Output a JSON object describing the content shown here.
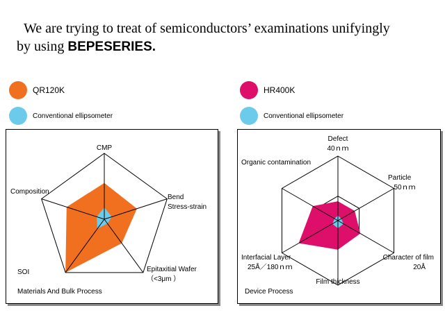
{
  "headline": {
    "line1": "We are trying to treat of semiconductors’ examinations unifyingly",
    "line2_prefix": "by using ",
    "line2_bold": "BEPESERIES."
  },
  "legend_left": {
    "primary": {
      "label": "QR120K",
      "color": "#f07020"
    },
    "secondary": {
      "label": "Conventional ellipsometer",
      "color": "#6ccbea"
    }
  },
  "legend_right": {
    "primary": {
      "label": "HR400K",
      "color": "#dd0f6a"
    },
    "secondary": {
      "label": "Conventional ellipsometer",
      "color": "#6ccbea"
    }
  },
  "left_chart": {
    "title": "Materials And Bulk Process",
    "axes": [
      {
        "label": "CMP",
        "sub": ""
      },
      {
        "label": "Bend",
        "sub": "Stress-strain"
      },
      {
        "label": "Epitaxitial Wafer",
        "sub": "（<3μm ）"
      },
      {
        "label": "SOI",
        "sub": ""
      },
      {
        "label": "Composition",
        "sub": ""
      }
    ],
    "primary_values": [
      0.55,
      0.52,
      0.45,
      1.0,
      0.6
    ],
    "secondary_values": [
      0.18,
      0.12,
      0.08,
      0.18,
      0.12
    ]
  },
  "right_chart": {
    "title": "Device Process",
    "axes": [
      {
        "label": "Defect",
        "sub": "40ｎｍ"
      },
      {
        "label": "Particle",
        "sub": "50ｎｍ"
      },
      {
        "label": "Character of film",
        "sub": "20Å"
      },
      {
        "label": "Film thickness",
        "sub": ""
      },
      {
        "label": "Interfacial Layer",
        "sub": "25Å／180ｎｍ"
      },
      {
        "label": "Organic contamination",
        "sub": ""
      }
    ],
    "primary_values": [
      0.3,
      0.3,
      0.4,
      0.45,
      0.7,
      0.45
    ],
    "secondary_values": [
      0.08,
      0.06,
      0.1,
      0.12,
      0.1,
      0.06
    ]
  }
}
